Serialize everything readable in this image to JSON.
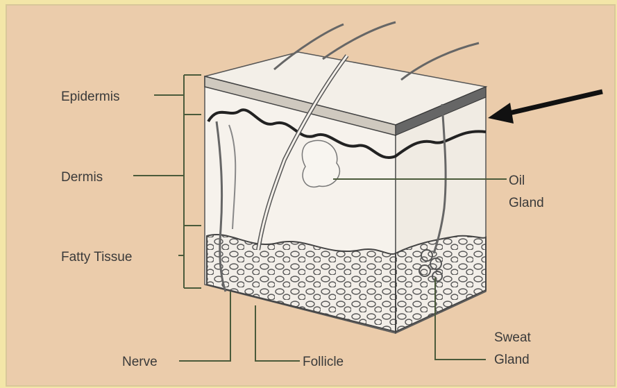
{
  "labels": {
    "epidermis": "Epidermis",
    "dermis": "Dermis",
    "fatty_tissue": "Fatty Tissue",
    "oil_gland_line1": "Oil",
    "oil_gland_line2": "Gland",
    "nerve": "Nerve",
    "follicle": "Follicle",
    "sweat_gland_line1": "Sweat",
    "sweat_gland_line2": "Gland"
  },
  "colors": {
    "background": "#ebccab",
    "skin_block": "#f4ede4",
    "line": "#3a3a3a",
    "leader_line": "#4a5a3a"
  }
}
